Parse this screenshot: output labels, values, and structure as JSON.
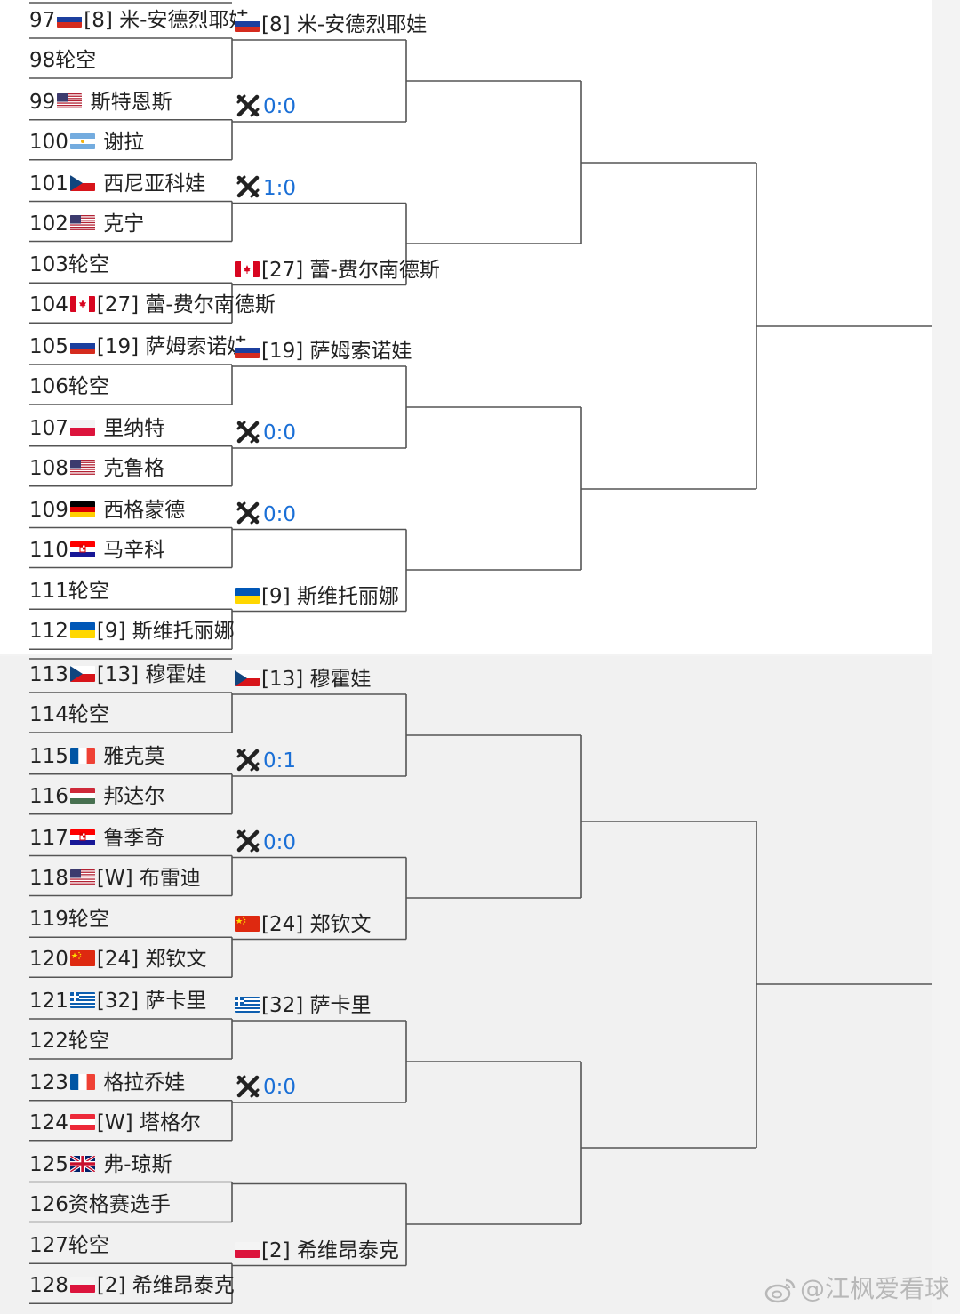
{
  "round1": [
    {
      "num": "97",
      "flag": "russia",
      "name": "[8] 米-安德烈耶娃"
    },
    {
      "num": "98",
      "flag": "",
      "name": "轮空"
    },
    {
      "num": "99",
      "flag": "usa",
      "name": "斯特恩斯"
    },
    {
      "num": "100",
      "flag": "argentina",
      "name": "谢拉"
    },
    {
      "num": "101",
      "flag": "czech",
      "name": "西尼亚科娃"
    },
    {
      "num": "102",
      "flag": "usa",
      "name": "克宁"
    },
    {
      "num": "103",
      "flag": "",
      "name": "轮空"
    },
    {
      "num": "104",
      "flag": "canada",
      "name": "[27] 蕾-费尔南德斯"
    },
    {
      "num": "105",
      "flag": "russia",
      "name": "[19] 萨姆索诺娃"
    },
    {
      "num": "106",
      "flag": "",
      "name": "轮空"
    },
    {
      "num": "107",
      "flag": "poland",
      "name": "里纳特"
    },
    {
      "num": "108",
      "flag": "usa",
      "name": "克鲁格"
    },
    {
      "num": "109",
      "flag": "germany",
      "name": "西格蒙德"
    },
    {
      "num": "110",
      "flag": "croatia",
      "name": "马辛科"
    },
    {
      "num": "111",
      "flag": "",
      "name": "轮空"
    },
    {
      "num": "112",
      "flag": "ukraine",
      "name": "[9] 斯维托丽娜"
    },
    {
      "num": "113",
      "flag": "czech",
      "name": "[13] 穆霍娃"
    },
    {
      "num": "114",
      "flag": "",
      "name": "轮空"
    },
    {
      "num": "115",
      "flag": "france",
      "name": "雅克莫"
    },
    {
      "num": "116",
      "flag": "hungary",
      "name": "邦达尔"
    },
    {
      "num": "117",
      "flag": "croatia",
      "name": "鲁季奇"
    },
    {
      "num": "118",
      "flag": "usa",
      "name": "[W] 布雷迪"
    },
    {
      "num": "119",
      "flag": "",
      "name": "轮空"
    },
    {
      "num": "120",
      "flag": "china",
      "name": "[24] 郑钦文"
    },
    {
      "num": "121",
      "flag": "greece",
      "name": "[32] 萨卡里"
    },
    {
      "num": "122",
      "flag": "",
      "name": "轮空"
    },
    {
      "num": "123",
      "flag": "france",
      "name": "格拉乔娃"
    },
    {
      "num": "124",
      "flag": "austria",
      "name": "[W] 塔格尔"
    },
    {
      "num": "125",
      "flag": "uk",
      "name": "弗-琼斯"
    },
    {
      "num": "126",
      "flag": "",
      "name": "资格赛选手"
    },
    {
      "num": "127",
      "flag": "",
      "name": "轮空"
    },
    {
      "num": "128",
      "flag": "poland",
      "name": "[2] 希维昂泰克"
    }
  ],
  "round2": [
    {
      "type": "player",
      "flag": "russia",
      "name": "[8] 米-安德烈耶娃"
    },
    {
      "type": "score",
      "icon": "vs-icon",
      "score": "0:0"
    },
    {
      "type": "score",
      "icon": "vs-icon",
      "score": "1:0"
    },
    {
      "type": "player",
      "flag": "canada",
      "name": "[27] 蕾-费尔南德斯"
    },
    {
      "type": "player",
      "flag": "russia",
      "name": "[19] 萨姆索诺娃"
    },
    {
      "type": "score",
      "icon": "vs-icon",
      "score": "0:0"
    },
    {
      "type": "score",
      "icon": "vs-icon",
      "score": "0:0"
    },
    {
      "type": "player",
      "flag": "ukraine",
      "name": "[9] 斯维托丽娜"
    },
    {
      "type": "player",
      "flag": "czech",
      "name": "[13] 穆霍娃"
    },
    {
      "type": "score",
      "icon": "vs-icon",
      "score": "0:1"
    },
    {
      "type": "score",
      "icon": "vs-icon",
      "score": "0:0"
    },
    {
      "type": "player",
      "flag": "china",
      "name": "[24] 郑钦文"
    },
    {
      "type": "player",
      "flag": "greece",
      "name": "[32] 萨卡里"
    },
    {
      "type": "score",
      "icon": "vs-icon",
      "score": "0:0"
    },
    {
      "type": "empty"
    },
    {
      "type": "player",
      "flag": "poland",
      "name": "[2] 希维昂泰克"
    }
  ],
  "watermark": "@江枫爱看球"
}
